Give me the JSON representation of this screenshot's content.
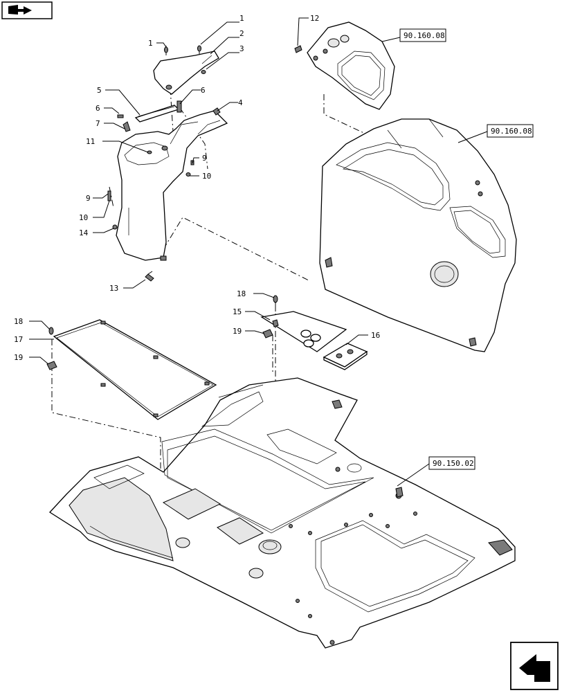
{
  "callouts": {
    "c1a": "1",
    "c1b": "1",
    "c2": "2",
    "c3": "3",
    "c4": "4",
    "c5": "5",
    "c6a": "6",
    "c6b": "6",
    "c7": "7",
    "c9a": "9",
    "c9b": "9",
    "c10a": "10",
    "c10b": "10",
    "c11": "11",
    "c12": "12",
    "c13": "13",
    "c14": "14",
    "c15": "15",
    "c16": "16",
    "c17": "17",
    "c18a": "18",
    "c18b": "18",
    "c19a": "19",
    "c19b": "19"
  },
  "references": {
    "ref_top": "90.160.08",
    "ref_right": "90.160.08",
    "ref_floor": "90.150.02"
  },
  "icons": {
    "top_left": "book-arrow-icon",
    "bottom_right": "return-arrow-icon"
  }
}
